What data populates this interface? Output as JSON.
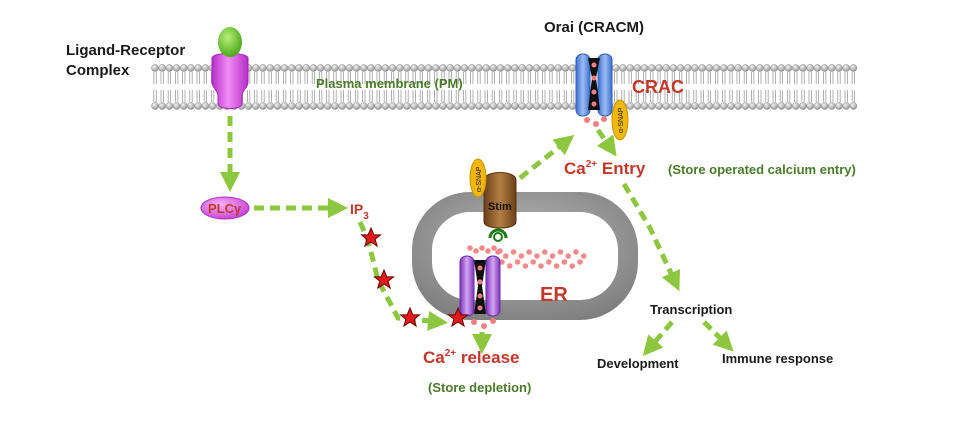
{
  "labels": {
    "ligand_receptor_line1": "Ligand-Receptor",
    "ligand_receptor_line2": "Complex",
    "plasma_membrane": "Plasma membrane (PM)",
    "orai": "Orai (CRACM)",
    "crac": "CRAC",
    "alpha_snap": "α-SNAP",
    "stim": "Stim",
    "plc_base": "PLC",
    "plc_greek": "γ",
    "ip3_base": "IP",
    "ip3_sub": "3",
    "er": "ER",
    "ca_entry_ca": "Ca",
    "ca_entry_sup": "2+",
    "ca_entry_rest": " Entry",
    "store_operated": "(Store operated calcium entry)",
    "ca_release_ca": "Ca",
    "ca_release_sup": "2+",
    "ca_release_rest": " release",
    "store_depletion": "(Store depletion)",
    "transcription": "Transcription",
    "development": "Development",
    "immune_response": "Immune response"
  },
  "colors": {
    "arrow_green": "#8dc63f",
    "dark_red_text": "#c0392b",
    "green_text": "#4a7a2a",
    "black_text": "#1a1a1a",
    "membrane_gray": "#b0b0b0",
    "receptor_magenta": "#e050e8",
    "ligand_green": "#7fd43a",
    "orai_blue": "#5b8ee6",
    "er_gray": "#8a8a8a",
    "stim_brown": "#8b5a2b",
    "snap_yellow": "#f2b705",
    "channel_purple": "#a05ad8",
    "star_red": "#e01c1c",
    "calcium_pink": "#f08080"
  }
}
